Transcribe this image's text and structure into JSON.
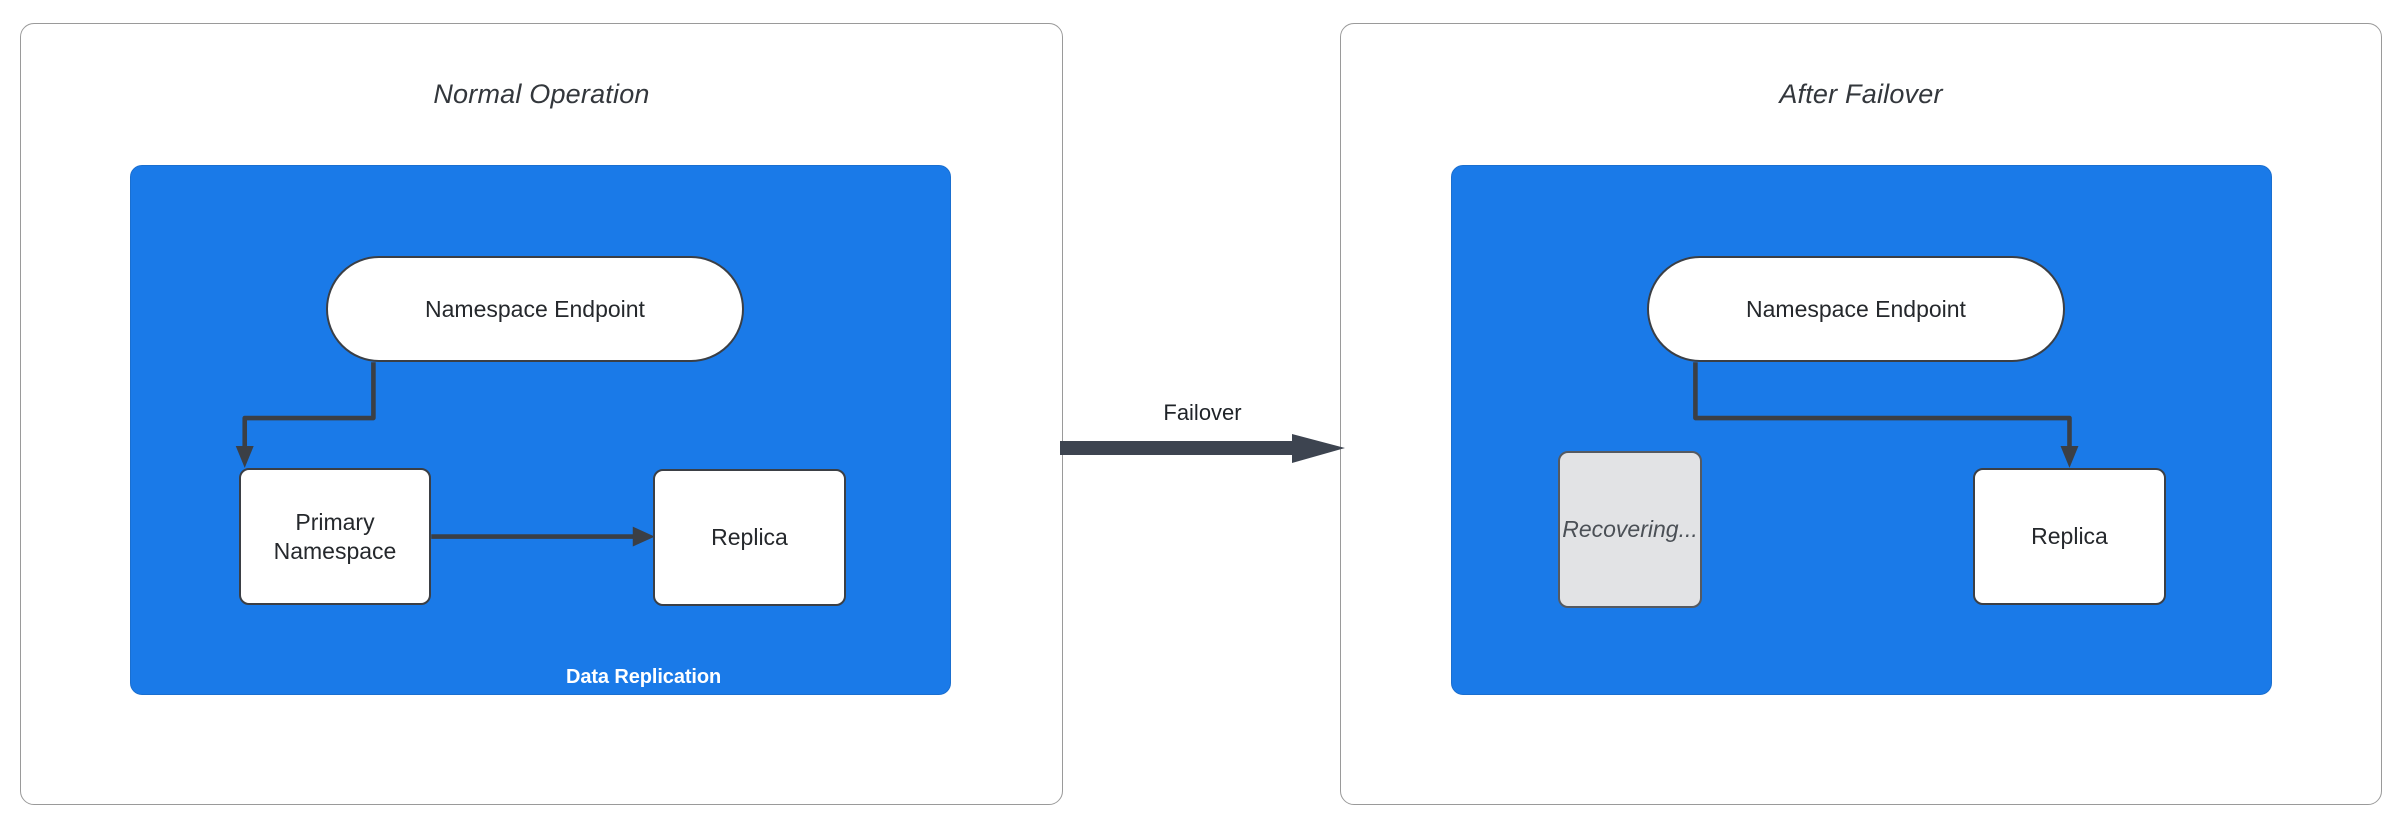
{
  "diagram": {
    "type": "flow-comparison",
    "background_color": "#ffffff",
    "accent_blue": "#1a7ae8",
    "stroke_dark": "#3b3f45",
    "recovering_gray": "#e2e3e5",
    "panels": [
      {
        "id": "normal-operation",
        "title": "Normal Operation",
        "nodes": [
          {
            "id": "endpoint-left",
            "label": "Namespace Endpoint",
            "shape": "pill",
            "fill": "#ffffff"
          },
          {
            "id": "primary",
            "label": "Primary\nNamespace",
            "line1": "Primary",
            "line2": "Namespace",
            "shape": "rect",
            "fill": "#ffffff"
          },
          {
            "id": "replica-left",
            "label": "Replica",
            "shape": "rect",
            "fill": "#ffffff"
          }
        ],
        "edges": [
          {
            "id": "endpoint-to-primary",
            "from": "endpoint-left",
            "to": "primary",
            "label": ""
          },
          {
            "id": "primary-to-replica",
            "from": "primary",
            "to": "replica-left",
            "label": "Data Replication"
          }
        ]
      },
      {
        "id": "after-failover",
        "title": "After Failover",
        "nodes": [
          {
            "id": "endpoint-right",
            "label": "Namespace Endpoint",
            "shape": "pill",
            "fill": "#ffffff"
          },
          {
            "id": "recovering",
            "label": "Recovering...",
            "shape": "rect",
            "fill": "#e2e3e5"
          },
          {
            "id": "replica-right",
            "label": "Replica",
            "shape": "rect",
            "fill": "#ffffff"
          }
        ],
        "edges": [
          {
            "id": "endpoint-to-replica",
            "from": "endpoint-right",
            "to": "replica-right",
            "label": ""
          }
        ]
      }
    ],
    "transition": {
      "label": "Failover",
      "direction": "left-to-right",
      "color": "#3d4450"
    }
  }
}
